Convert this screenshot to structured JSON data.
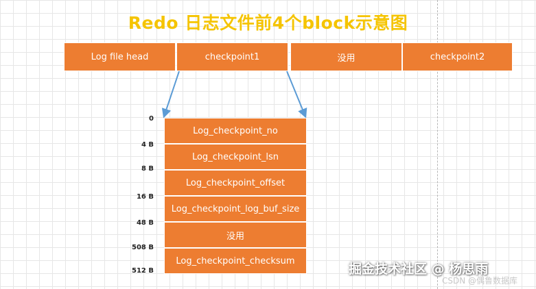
{
  "title": "Redo 日志文件前4个block示意图",
  "blocks": [
    "Log file head",
    "checkpoint1",
    "没用",
    "checkpoint2"
  ],
  "fields": [
    {
      "offset": "0",
      "label": "Log_checkpoint_no"
    },
    {
      "offset": "4 B",
      "label": "Log_checkpoint_lsn"
    },
    {
      "offset": "8 B",
      "label": "Log_checkpoint_offset"
    },
    {
      "offset": "16 B",
      "label": "Log_checkpoint_log_buf_size"
    },
    {
      "offset": "48 B",
      "label": "没用"
    },
    {
      "offset": "508 B",
      "label": "Log_checkpoint_checksum"
    },
    {
      "offset": "512 B",
      "label": ""
    }
  ],
  "watermark": "掘金技术社区 @ 杨思雨",
  "csdn_mark": "CSDN @偶鲁数据库",
  "colors": {
    "block_fill": "#ed7d31",
    "title": "#f5c400",
    "arrow": "#5b9bd5"
  }
}
